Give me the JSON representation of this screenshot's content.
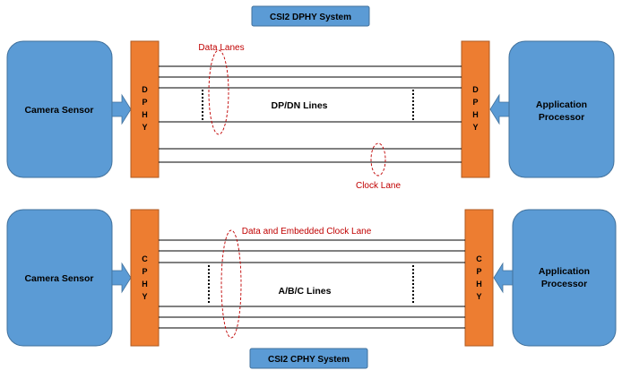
{
  "colors": {
    "block_fill": "#5b9bd5",
    "block_stroke": "#41719c",
    "phy_fill": "#ed7d31",
    "phy_stroke": "#ae5a21",
    "title_fill": "#5b9bd5",
    "annotation": "#c00000",
    "line": "#000000"
  },
  "dphy": {
    "title": "CSI2 DPHY System",
    "camera": "Camera Sensor",
    "processor_line1": "Application",
    "processor_line2": "Processor",
    "phy_left": [
      "D",
      "P",
      "H",
      "Y"
    ],
    "phy_right": [
      "D",
      "P",
      "H",
      "Y"
    ],
    "center_label": "DP/DN Lines",
    "data_lanes_label": "Data Lanes",
    "clock_lane_label": "Clock Lane"
  },
  "cphy": {
    "title": "CSI2 CPHY System",
    "camera": "Camera Sensor",
    "processor_line1": "Application",
    "processor_line2": "Processor",
    "phy_left": [
      "C",
      "P",
      "H",
      "Y"
    ],
    "phy_right": [
      "C",
      "P",
      "H",
      "Y"
    ],
    "center_label": "A/B/C Lines",
    "lane_label": "Data and Embedded Clock Lane"
  }
}
